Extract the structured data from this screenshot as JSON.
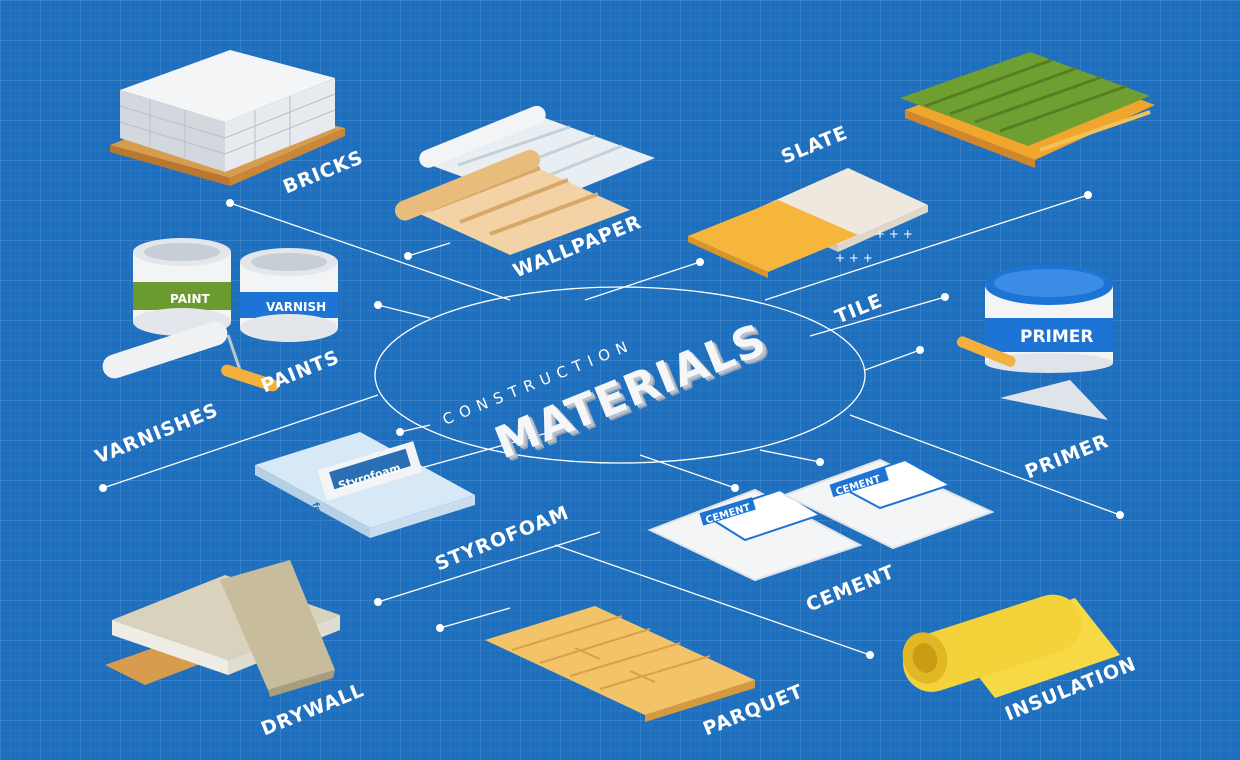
{
  "center": {
    "subtitle": "CONSTRUCTION",
    "title": "MATERIALS"
  },
  "labels": {
    "bricks": "BRICKS",
    "wallpaper": "WALLPAPER",
    "slate": "SLATE",
    "tile": "TILE",
    "paints": "PAINTS",
    "varnishes": "VARNISHES",
    "primer": "PRIMER",
    "styrofoam": "STYROFOAM",
    "cement": "CEMENT",
    "drywall": "DRYWALL",
    "parquet": "PARQUET",
    "insulation": "INSULATION"
  },
  "package_text": {
    "paint_can": "PAINT",
    "varnish_can": "VARNISH",
    "primer_bucket": "PRIMER",
    "styrofoam_pack": "Styrofoam",
    "styrofoam_side": "foam",
    "cement_bag_1": "CEMENT",
    "cement_bag_2": "CEMENT"
  },
  "colors": {
    "background": "#1f6fbf",
    "line": "#ffffff",
    "slate_green": "#6b9a2e",
    "tile_orange": "#f5b73b",
    "primer_blue": "#1d74d4",
    "insulation_yellow": "#f5d33d",
    "parquet_wood": "#f0bd5e"
  }
}
